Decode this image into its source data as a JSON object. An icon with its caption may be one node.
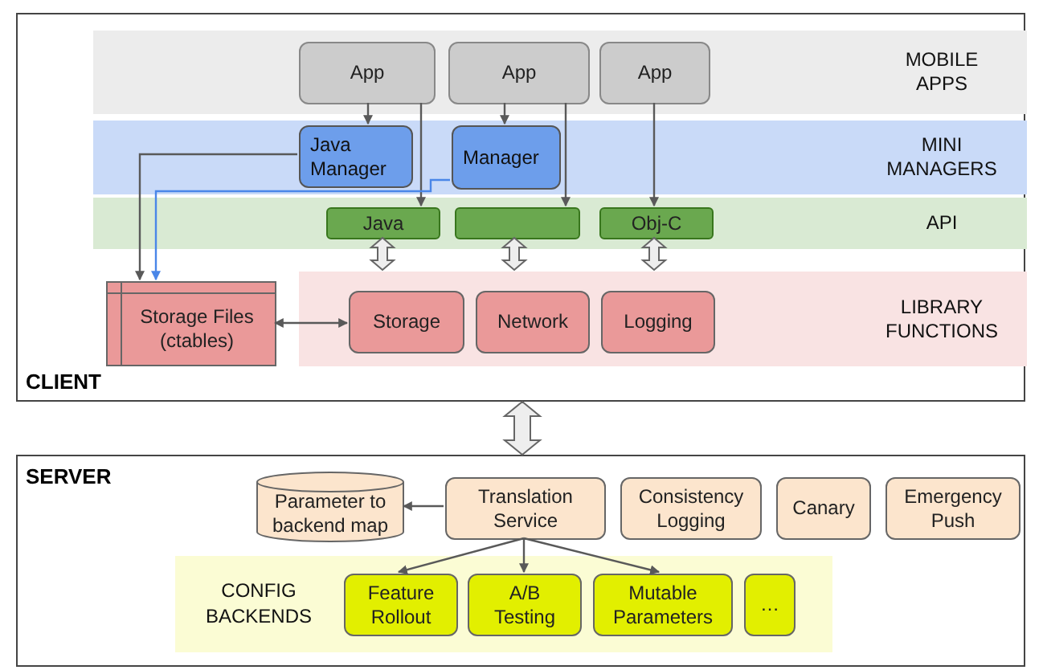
{
  "diagram": {
    "nodes": [
      {
        "text": [
          "CLIENT"
        ]
      },
      {
        "text": [
          "MOBILE APPS"
        ],
        "in": 0
      },
      {
        "text": [
          "MINI MANAGERS"
        ],
        "in": 0
      },
      {
        "text": [
          "API"
        ],
        "in": 0
      },
      {
        "text": [
          "LIBRARY FUNCTIONS"
        ],
        "in": 0
      },
      {
        "text": [
          "App"
        ],
        "in": 1
      },
      {
        "text": [
          "App"
        ],
        "in": 1
      },
      {
        "text": [
          "App"
        ],
        "in": 1
      },
      {
        "text": [
          "Java Manager"
        ],
        "in": 2
      },
      {
        "text": [
          "Manager"
        ],
        "in": 2
      },
      {
        "text": [
          "Java"
        ],
        "in": 3
      },
      {
        "text": [],
        "shape": "box",
        "in": 3
      },
      {
        "text": [
          "Obj-C"
        ],
        "in": 3
      },
      {
        "text": [
          "Storage Files (ctables)"
        ],
        "in": 0
      },
      {
        "text": [
          "Storage"
        ],
        "in": 4
      },
      {
        "text": [
          "Network"
        ],
        "in": 4
      },
      {
        "text": [
          "Logging"
        ],
        "in": 4
      },
      {
        "text": [
          "SERVER"
        ]
      },
      {
        "text": [
          "Parameter to backend map"
        ],
        "in": 17
      },
      {
        "text": [
          "Translation Service"
        ],
        "in": 17
      },
      {
        "text": [
          "Consistency Logging"
        ],
        "in": 17
      },
      {
        "text": [
          "Canary"
        ],
        "in": 17
      },
      {
        "text": [
          "Emergency Push"
        ],
        "in": 17
      },
      {
        "text": [
          "CONFIG BACKENDS"
        ],
        "in": 17
      },
      {
        "text": [
          "Feature Rollout"
        ],
        "in": 23
      },
      {
        "text": [
          "A/B Testing"
        ],
        "in": 23
      },
      {
        "text": [
          "Mutable Parameters"
        ],
        "in": 23
      },
      {
        "text": [
          "…"
        ],
        "in": 23
      }
    ],
    "edges": [
      {
        "from": 5,
        "to": 8,
        "arrow": "to"
      },
      {
        "from": 5,
        "to": 10,
        "arrow": "to"
      },
      {
        "from": 6,
        "to": 9,
        "arrow": "to"
      },
      {
        "from": 6,
        "to": 11,
        "arrow": "to"
      },
      {
        "from": 7,
        "to": 12,
        "arrow": "to"
      },
      {
        "from": 8,
        "to": 13,
        "arrow": "to"
      },
      {
        "from": 9,
        "to": 13,
        "arrow": "to",
        "color": "#4a86e8"
      },
      {
        "from": 10,
        "to": 4,
        "arrow": "both",
        "style": "thick"
      },
      {
        "from": 11,
        "to": 4,
        "arrow": "both",
        "style": "thick"
      },
      {
        "from": 12,
        "to": 4,
        "arrow": "both",
        "style": "thick"
      },
      {
        "from": 13,
        "to": 14,
        "arrow": "both"
      },
      {
        "from": 0,
        "to": 17,
        "arrow": "both",
        "style": "thick"
      },
      {
        "from": 19,
        "to": 18,
        "arrow": "to"
      },
      {
        "from": 19,
        "to": 24,
        "arrow": "to"
      },
      {
        "from": 19,
        "to": 25,
        "arrow": "to"
      },
      {
        "from": 19,
        "to": 26,
        "arrow": "to"
      }
    ]
  }
}
